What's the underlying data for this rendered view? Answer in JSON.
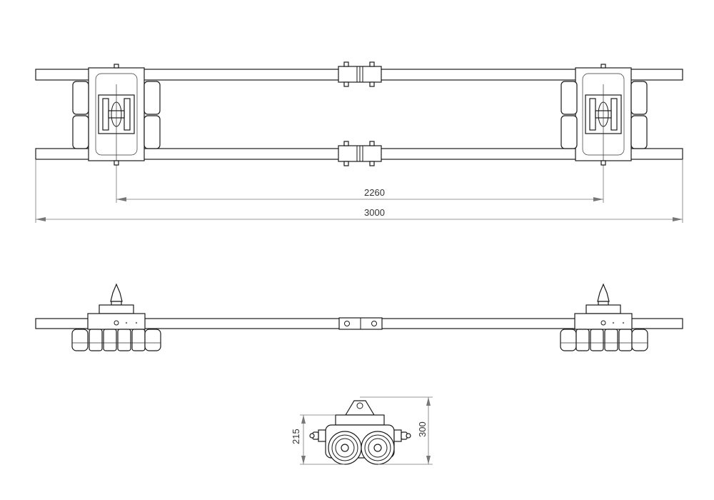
{
  "drawing": {
    "dimensions": {
      "top_inner_span": "2260",
      "top_overall_length": "3000",
      "end_height_small": "215",
      "end_height_total": "300"
    }
  }
}
